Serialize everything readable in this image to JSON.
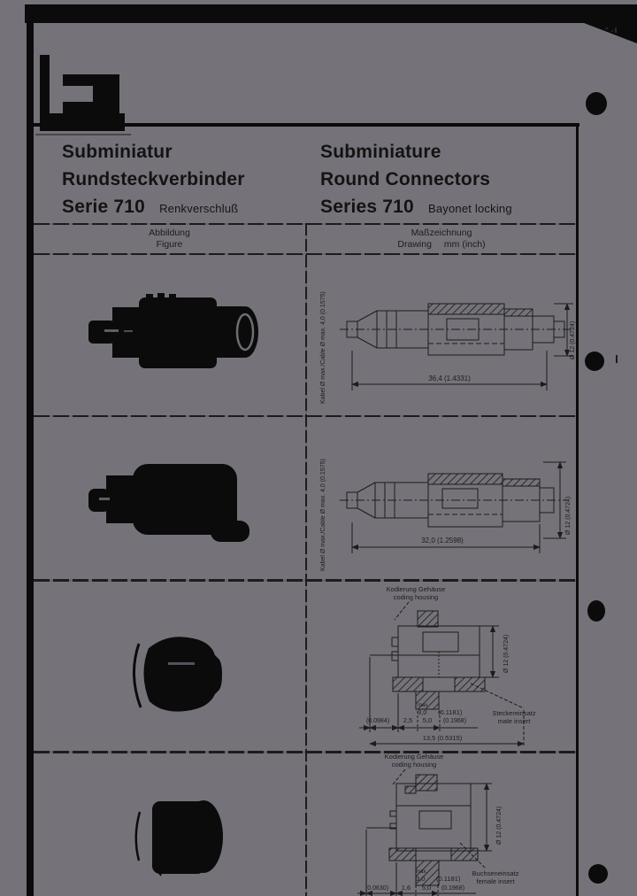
{
  "colors": {
    "paper": "#757379",
    "ink": "#0b0b0b",
    "line": "#1c1c1c"
  },
  "header": {
    "de": {
      "line1": "Subminiatur",
      "line2": "Rundsteckverbinder",
      "line3": "Serie 710",
      "qualifier": "Renkverschluß"
    },
    "en": {
      "line1": "Subminiature",
      "line2": "Round Connectors",
      "line3": "Series 710",
      "qualifier": "Bayonet locking"
    }
  },
  "table_head": {
    "figure_de": "Abbildung",
    "figure_en": "Figure",
    "drawing_de": "Maßzeichnung",
    "drawing_en": "Drawing",
    "units": "mm (inch)"
  },
  "rows": [
    {
      "cable_note": "Kabel Ø max./Cable Ø max. 4,0 (0.1575)",
      "length": "36,4 (1.4331)",
      "diameter": "Ø 12 (0.4724)"
    },
    {
      "cable_note": "Kabel Ø max./Cable Ø max. 4,0 (0.1575)",
      "length": "32,0 (1.2598)",
      "diameter": "Ø 12 (0.4724)"
    },
    {
      "coding_de": "Kodierung Gehäuse",
      "coding_en": "coding housing",
      "insert_de": "Steckereinsatz",
      "insert_en": "male insert",
      "diameter": "Ø 12 (0.4724)",
      "max_prefix": "max.",
      "max_mm": "3,0",
      "max_inch": "(0.1181)",
      "dim_a_inch": "(0.0984)",
      "dim_b_mm": "2,5",
      "dim_c_mm": "5,0",
      "dim_c_inch": "(0.1968)",
      "overall": "13,5 (0.5315)"
    },
    {
      "coding_de": "Kodierung Gehäuse",
      "coding_en": "coding housing",
      "insert_de": "Buchseneinsatz",
      "insert_en": "female insert",
      "diameter": "Ø 12 (0.4724)",
      "max_prefix": "max.",
      "max_mm": "3,0",
      "max_inch": "(0.1181)",
      "dim_a_inch": "(0.0630)",
      "dim_b_mm": "1,6",
      "dim_c_mm": "5,0",
      "dim_c_inch": "(0.1968)"
    }
  ]
}
